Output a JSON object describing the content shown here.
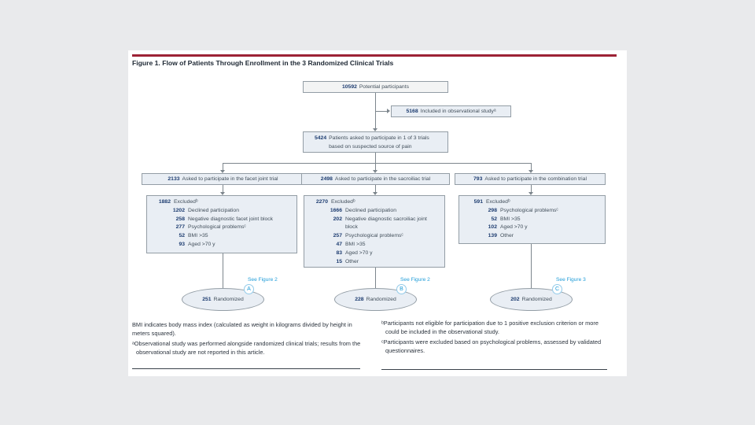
{
  "title": "Figure 1. Flow of Patients Through Enrollment in the 3 Randomized Clinical Trials",
  "colors": {
    "accent_bar": "#9D2235",
    "box_fill": "#E9EEF4",
    "top_box_fill": "#F3F4F4",
    "box_border": "#939DA5",
    "number_text": "#1D3C70",
    "label_text": "#414E5A",
    "link_blue": "#1F9CD8"
  },
  "flow": {
    "top": {
      "num": "10592",
      "label": "Potential participants"
    },
    "observational": {
      "num": "5168",
      "label": "Included in observational studyᵃ"
    },
    "asked": {
      "num": "5424",
      "label": "Patients asked to participate in 1 of 3 trials based on suspected source of pain"
    },
    "branches": [
      {
        "num": "2133",
        "label": "Asked to participate in the facet joint trial"
      },
      {
        "num": "2498",
        "label": "Asked to participate in the sacroiliac trial"
      },
      {
        "num": "793",
        "label": "Asked to participate in the combination trial"
      }
    ],
    "excluded": [
      {
        "rows": [
          {
            "num": "1882",
            "label": "Excludedᵇ"
          },
          {
            "num": "1202",
            "label": "Declined participation"
          },
          {
            "num": "258",
            "label": "Negative diagnostic facet joint block"
          },
          {
            "num": "277",
            "label": "Psychological problemsᶜ"
          },
          {
            "num": "52",
            "label": "BMI >35"
          },
          {
            "num": "93",
            "label": "Aged >70 y"
          }
        ]
      },
      {
        "rows": [
          {
            "num": "2270",
            "label": "Excludedᵇ"
          },
          {
            "num": "1666",
            "label": "Declined participation"
          },
          {
            "num": "202",
            "label": "Negative diagnostic sacroiliac joint block"
          },
          {
            "num": "257",
            "label": "Psychological problemsᶜ"
          },
          {
            "num": "47",
            "label": "BMI >35"
          },
          {
            "num": "83",
            "label": "Aged >70 y"
          },
          {
            "num": "15",
            "label": "Other"
          }
        ]
      },
      {
        "rows": [
          {
            "num": "591",
            "label": "Excludedᵇ"
          },
          {
            "num": "298",
            "label": "Psychological problemsᶜ"
          },
          {
            "num": "52",
            "label": "BMI >35"
          },
          {
            "num": "102",
            "label": "Aged >70 y"
          },
          {
            "num": "139",
            "label": "Other"
          }
        ]
      }
    ],
    "randomized": [
      {
        "num": "251",
        "label": "Randomized",
        "letter": "A",
        "see": "See Figure 2"
      },
      {
        "num": "228",
        "label": "Randomized",
        "letter": "B",
        "see": "See Figure 2"
      },
      {
        "num": "202",
        "label": "Randomized",
        "letter": "C",
        "see": "See Figure 3"
      }
    ]
  },
  "footnotes": {
    "left": [
      {
        "marker": "",
        "text": "BMI indicates body mass index (calculated as weight in kilograms divided by height in meters squared)."
      },
      {
        "marker": "ᵃ",
        "text": "Observational study was performed alongside randomized clinical trials; results from the observational study are not reported in this article."
      }
    ],
    "right": [
      {
        "marker": "ᵇ",
        "text": "Participants not eligible for participation due to 1 positive exclusion criterion or more could be included in the observational study."
      },
      {
        "marker": "ᶜ",
        "text": "Participants were excluded based on psychological problems, assessed by validated questionnaires."
      }
    ]
  }
}
